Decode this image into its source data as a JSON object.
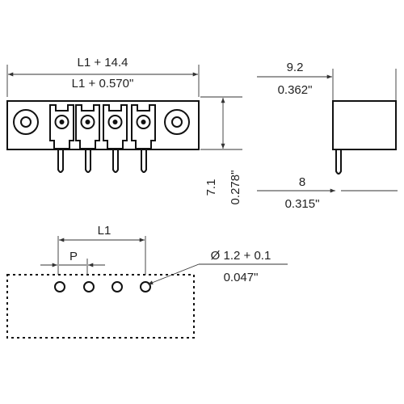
{
  "front_view": {
    "overall_length_mm": "L1 + 14.4",
    "overall_length_in": "L1 + 0.570\"",
    "height_mm": "7.1",
    "height_in": "0.278\""
  },
  "side_view": {
    "depth_mm": "9.2",
    "depth_in": "0.362\"",
    "pin_length_mm": "8",
    "pin_length_in": "0.315\""
  },
  "pcb_layout": {
    "pitch_span": "L1",
    "pitch": "P",
    "hole_diameter_mm": "Ø 1.2 + 0.1",
    "hole_diameter_in": "0.047\""
  },
  "colors": {
    "line": "#111111",
    "text": "#222222"
  }
}
